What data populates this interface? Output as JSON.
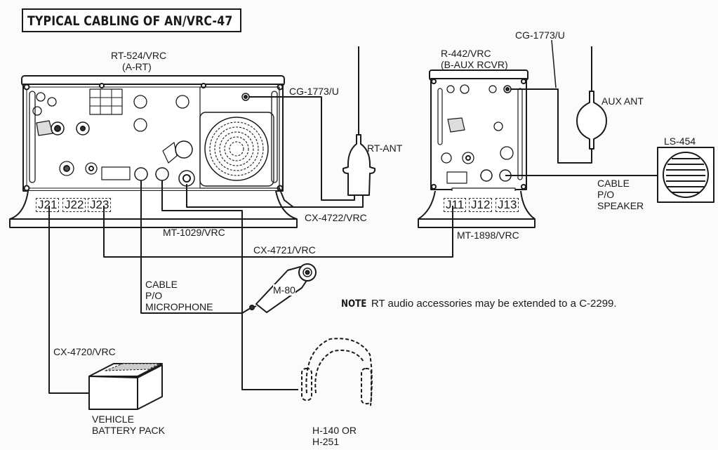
{
  "title": "TYPICAL CABLING OF AN/VRC-47",
  "units": {
    "rt": {
      "name": "RT-524/VRC",
      "role": "(A-RT)"
    },
    "aux_rcvr": {
      "name": "R-442/VRC",
      "role": "(B-AUX RCVR)"
    },
    "rt_mount": "MT-1029/VRC",
    "aux_mount": "MT-1898/VRC",
    "speaker": "LS-454"
  },
  "jacks": {
    "rt_mount": [
      "J21",
      "J22",
      "J23"
    ],
    "aux_mount": [
      "J11",
      "J12",
      "J13"
    ]
  },
  "cables": {
    "rt_antenna_cable": "CG-1773/U",
    "aux_antenna_cable": "CG-1773/U",
    "rt_power_cable": "CX-4722/VRC",
    "interconnect_cable": "CX-4721/VRC",
    "battery_cable": "CX-4720/VRC"
  },
  "antennas": {
    "rt": "RT-ANT",
    "aux": "AUX ANT"
  },
  "accessories": {
    "microphone_cable": [
      "CABLE",
      "P/O",
      "MICROPHONE"
    ],
    "microphone": "M-80",
    "speaker_cable": [
      "CABLE",
      "P/O",
      "SPEAKER"
    ],
    "battery": [
      "VEHICLE",
      "BATTERY PACK"
    ],
    "headset": [
      "H-140 OR",
      "H-251"
    ]
  },
  "note": {
    "tag": "NOTE",
    "text": "RT audio accessories may be extended to a C-2299."
  }
}
